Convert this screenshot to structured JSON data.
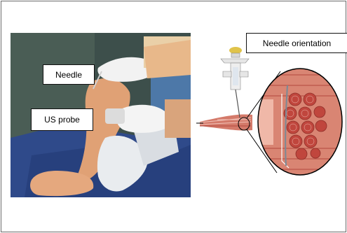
{
  "labels": {
    "needle": "Needle",
    "us_probe": "US probe",
    "needle_orientation": "Needle orientation"
  },
  "colors": {
    "frame_border": "#6b6b6b",
    "drape_blue": "#2f4a8a",
    "skin": "#e0a175",
    "glove": "#f2f2f2",
    "muscle": "#d47a6a",
    "muscle_fiber": "#b3483e",
    "needle_cap": "#e0c34a"
  }
}
